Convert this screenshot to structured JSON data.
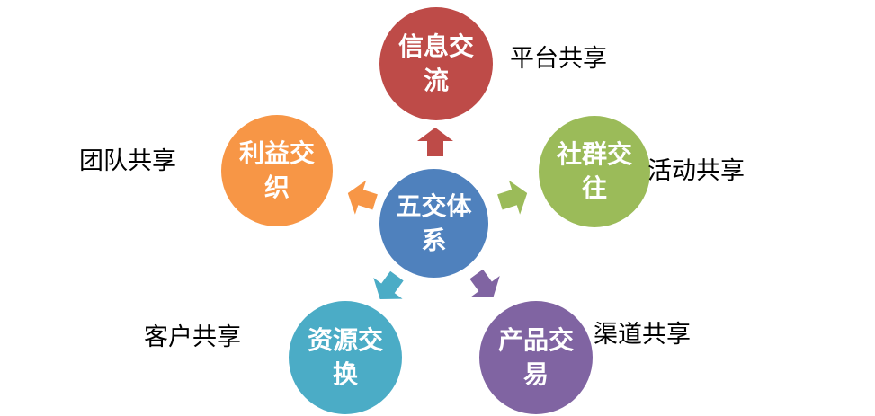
{
  "diagram": {
    "center": {
      "label": "五交体系"
    },
    "nodes": [
      {
        "id": "info-exchange",
        "label": "信息交流",
        "side_label": "平台共享",
        "position": "top"
      },
      {
        "id": "community-interaction",
        "label": "社群交往",
        "side_label": "活动共享",
        "position": "upper-right"
      },
      {
        "id": "product-trading",
        "label": "产品交易",
        "side_label": "渠道共享",
        "position": "lower-right"
      },
      {
        "id": "resource-exchange",
        "label": "资源交换",
        "side_label": "客户共享",
        "position": "lower-left"
      },
      {
        "id": "interest-interweaving",
        "label": "利益交织",
        "side_label": "团队共享",
        "position": "upper-left"
      }
    ]
  },
  "colors": {
    "center_blue": "#4F81BD",
    "info_red": "#BE4B48",
    "community_green": "#9BBB59",
    "product_purple": "#8064A2",
    "resource_teal": "#4BACC6",
    "interest_orange": "#F79646",
    "circle_text": "#FFFFFF",
    "side_label_text": "#000000",
    "background": "#FFFFFF"
  }
}
